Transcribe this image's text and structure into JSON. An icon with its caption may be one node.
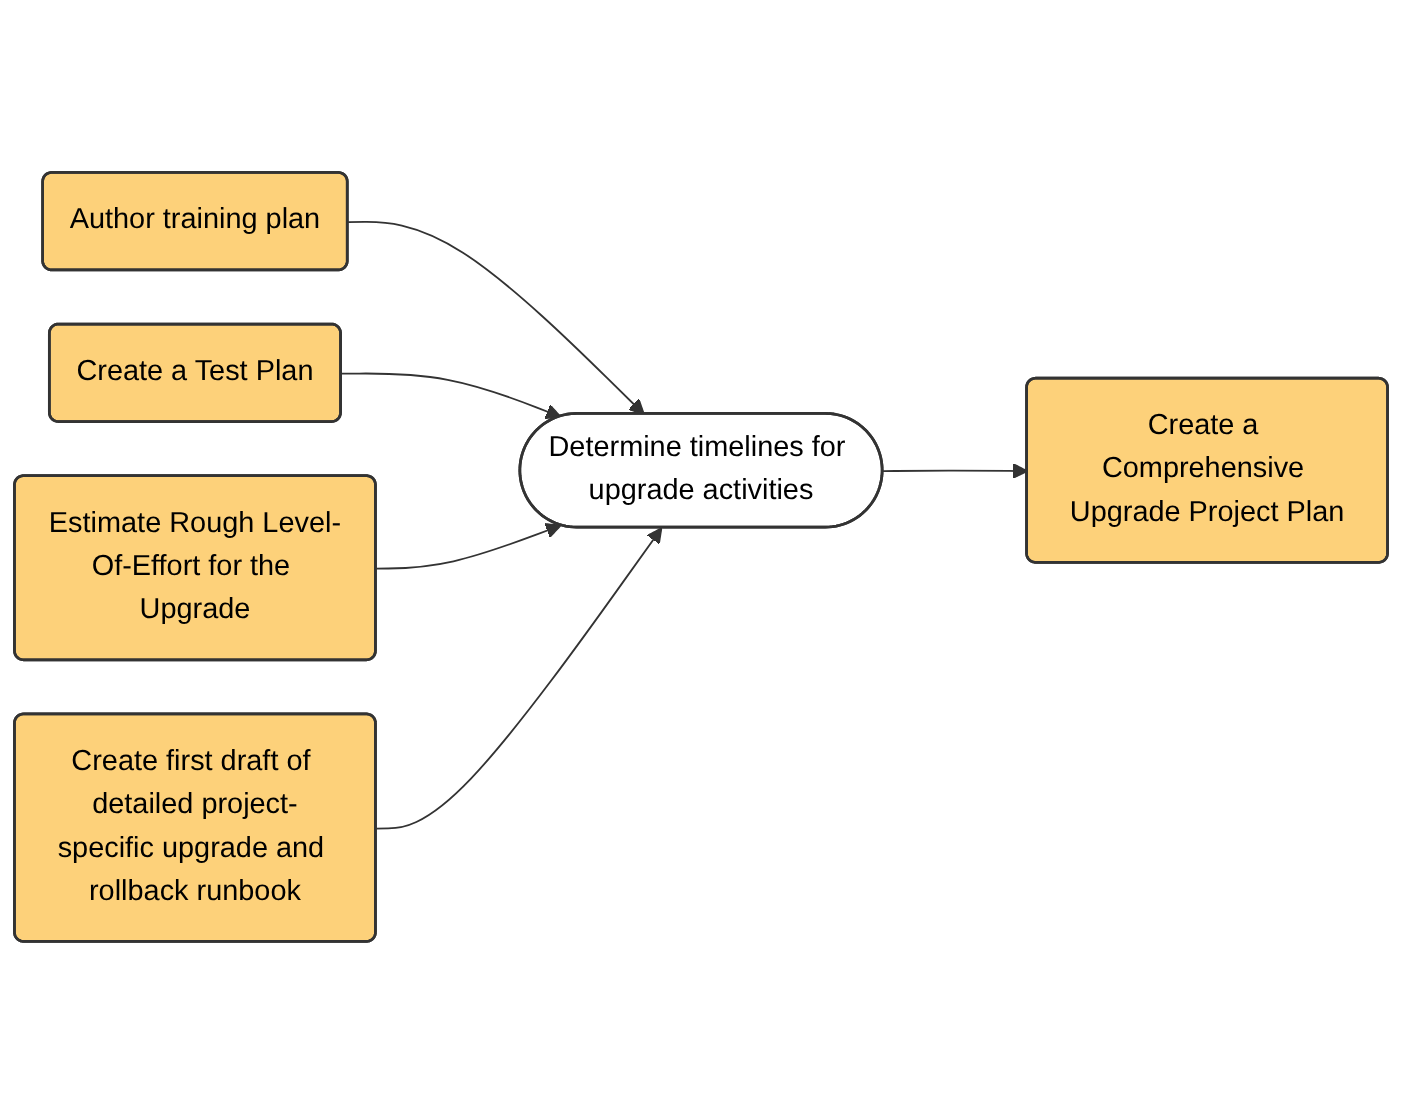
{
  "diagram": {
    "nodes": [
      {
        "text": [
          "Author training plan"
        ]
      },
      {
        "text": [
          "Create a Test Plan"
        ]
      },
      {
        "text": [
          "Estimate Rough Level-Of-Effort for the Upgrade"
        ]
      },
      {
        "text": [
          "Create first draft of detailed project-specific upgrade and rollback runbook"
        ]
      },
      {
        "text": [
          "Determine timelines for upgrade activities"
        ]
      },
      {
        "text": [
          "Create a Comprehensive Upgrade Project Plan"
        ]
      }
    ],
    "edges": [
      {
        "from": 0,
        "to": 4,
        "arrow": "to"
      },
      {
        "from": 1,
        "to": 4,
        "arrow": "to"
      },
      {
        "from": 2,
        "to": 4,
        "arrow": "to"
      },
      {
        "from": 3,
        "to": 4,
        "arrow": "to"
      },
      {
        "from": 4,
        "to": 5,
        "arrow": "to"
      }
    ]
  }
}
